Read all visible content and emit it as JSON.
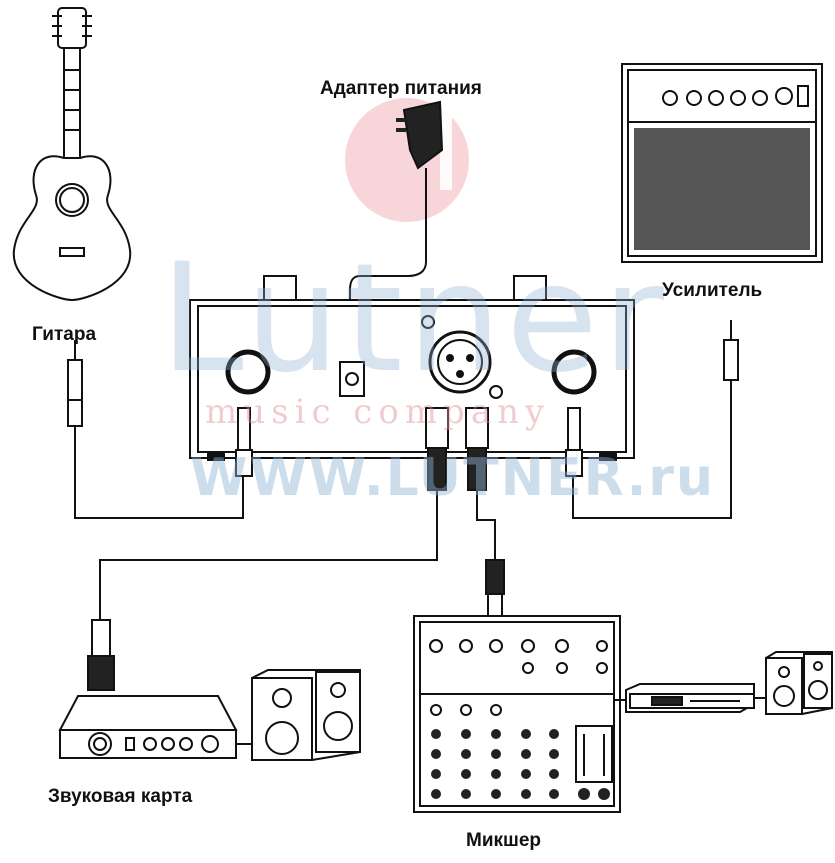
{
  "labels": {
    "power_adapter": "Адаптер питания",
    "amplifier": "Усилитель",
    "guitar": "Гитара",
    "sound_card": "Звуковая карта",
    "mixer": "Микшер"
  },
  "watermark": {
    "brand": "Lutner",
    "tagline": "music company",
    "url": "WWW.LUTNER.ru"
  },
  "colors": {
    "line": "#111111",
    "watermark_blue": "#8fb4d6",
    "watermark_red": "#e08f96",
    "logo_circle": "#e8868f"
  }
}
